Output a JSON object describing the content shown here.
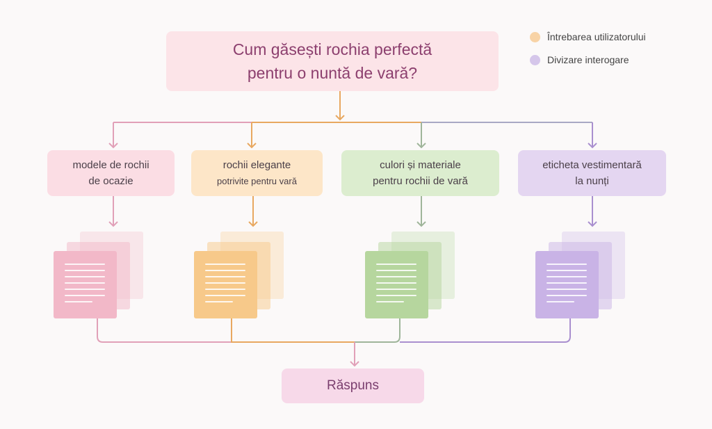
{
  "question": {
    "line1": "Cum găsești rochia perfectă",
    "line2": "pentru o nuntă de vară?"
  },
  "legend": [
    {
      "label": "Întrebarea utilizatorului",
      "color": "#f8d3a6"
    },
    {
      "label": "Divizare interogare",
      "color": "#d5c6ea"
    }
  ],
  "subqueries": [
    {
      "line1": "modele de rochii",
      "line2": "de ocazie",
      "color": "#f2b8c8"
    },
    {
      "line1": "rochii elegante",
      "line2": "potrivite pentru vară",
      "color": "#f7c98a"
    },
    {
      "line1": "culori și materiale",
      "line2": "pentru rochii de vară",
      "color": "#b6d69e"
    },
    {
      "line1": "eticheta vestimentară",
      "line2": "la nunți",
      "color": "#c9b3e6"
    }
  ],
  "answer": "Răspuns"
}
